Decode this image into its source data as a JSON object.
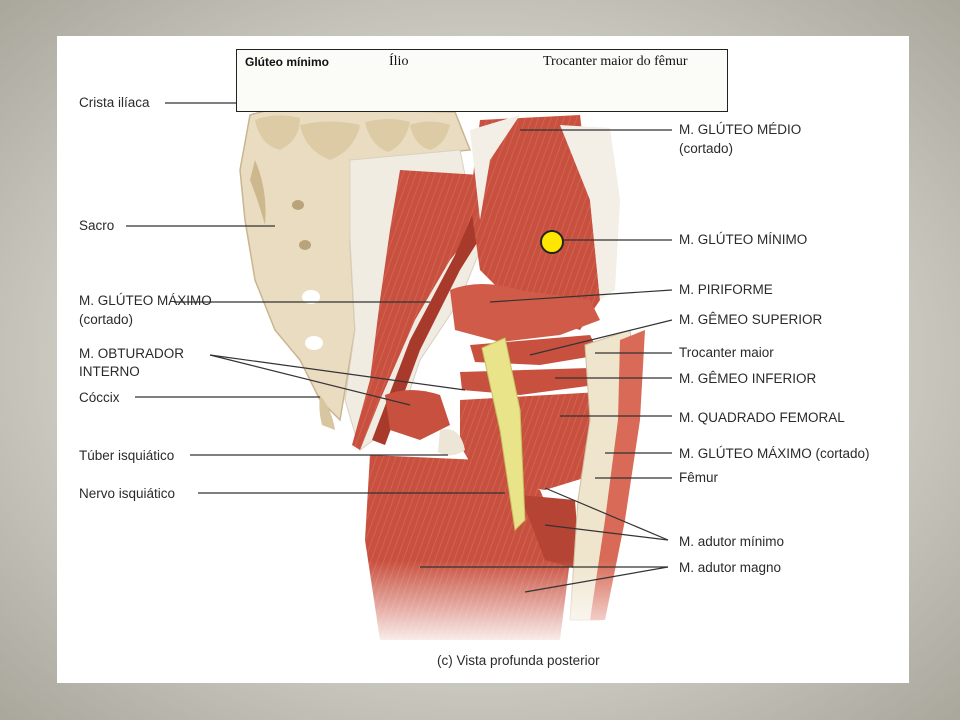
{
  "info_box": {
    "muscle": "Glúteo mínimo",
    "origin": "Ílio",
    "insertion": "Trocanter maior do fêmur"
  },
  "labels_left": {
    "crista_iliaca": "Crista ilíaca",
    "sacro": "Sacro",
    "gluteo_maximo_l1": "M. GLÚTEO MÁXIMO",
    "gluteo_maximo_l2": "(cortado)",
    "obturador_l1": "M. OBTURADOR",
    "obturador_l2": "INTERNO",
    "coccix": "Cóccix",
    "tuber": "Túber isquiático",
    "nervo": "Nervo isquiático"
  },
  "labels_right": {
    "gluteo_medio_l1": "M. GLÚTEO MÉDIO",
    "gluteo_medio_l2": "(cortado)",
    "gluteo_minimo": "M. GLÚTEO MÍNIMO",
    "piriforme": "M. PIRIFORME",
    "gemeo_superior": "M. GÊMEO SUPERIOR",
    "trocanter": "Trocanter maior",
    "gemeo_inferior": "M. GÊMEO INFERIOR",
    "quadrado": "M. QUADRADO FEMORAL",
    "gluteo_maximo_cortado": "M. GLÚTEO MÁXIMO (cortado)",
    "femur": "Fêmur",
    "adutor_minimo": "M. adutor mínimo",
    "adutor_magno": "M. adutor magno"
  },
  "caption": "(c) Vista profunda posterior",
  "colors": {
    "muscle": "#c8503f",
    "muscle_dark": "#a83a2c",
    "bone": "#e8dcc0",
    "nerve": "#e9e48a",
    "marker": "#ffe600"
  }
}
